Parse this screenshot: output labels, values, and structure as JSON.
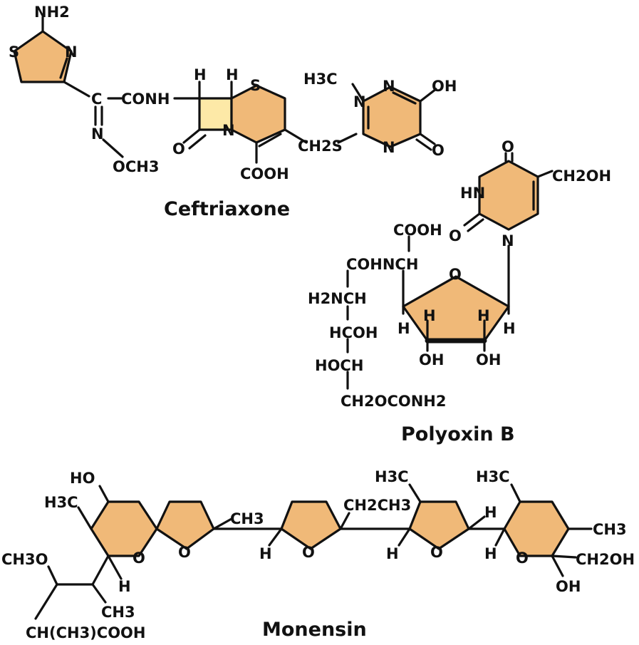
{
  "names": {
    "ceftriaxone": "Ceftriaxone",
    "polyoxin": "Polyoxin B",
    "monensin": "Monensin"
  },
  "ceftriaxone": {
    "nh2": "NH2",
    "s_thiazole": "S",
    "n_thiazole": "N",
    "c": "C",
    "conh": "CONH",
    "n_oxime": "N",
    "och3": "OCH3",
    "h1": "H",
    "h2": "H",
    "s_ring": "S",
    "n_lactam": "N",
    "o_lactam": "O",
    "cooh": "COOH",
    "ch2s": "CH2S",
    "h3c": "H3C",
    "n_tri1": "N",
    "n_tri2": "N",
    "n_tri3": "N",
    "oh": "OH",
    "o_tri": "O"
  },
  "polyoxin": {
    "o_top": "O",
    "hn": "HN",
    "ch2oh": "CH2OH",
    "o_left": "O",
    "n_ring": "N",
    "cooh": "COOH",
    "cohnch": "COHNCH",
    "h2nch": "H2NCH",
    "hcoh": "HCOH",
    "hoch": "HOCH",
    "ch2oconh2": "CH2OCONH2",
    "o_furan": "O",
    "h_a": "H",
    "h_b": "H",
    "h_c": "H",
    "h_d": "H",
    "oh_a": "OH",
    "oh_b": "OH"
  },
  "monensin": {
    "ho": "HO",
    "h3c_a": "H3C",
    "ch3o": "CH3O",
    "o1": "O",
    "h_a": "H",
    "ch3_side": "CH3",
    "ch_cooh": "CH(CH3)COOH",
    "o2": "O",
    "ch3_b": "CH3",
    "h_b": "H",
    "o3": "O",
    "ch2ch3": "CH2CH3",
    "h3c_c": "H3C",
    "h_c": "H",
    "o4": "O",
    "h_d": "H",
    "h3c_d": "H3C",
    "h_e": "H",
    "o5": "O",
    "ch3_e": "CH3",
    "ch2oh": "CH2OH",
    "oh": "OH"
  }
}
